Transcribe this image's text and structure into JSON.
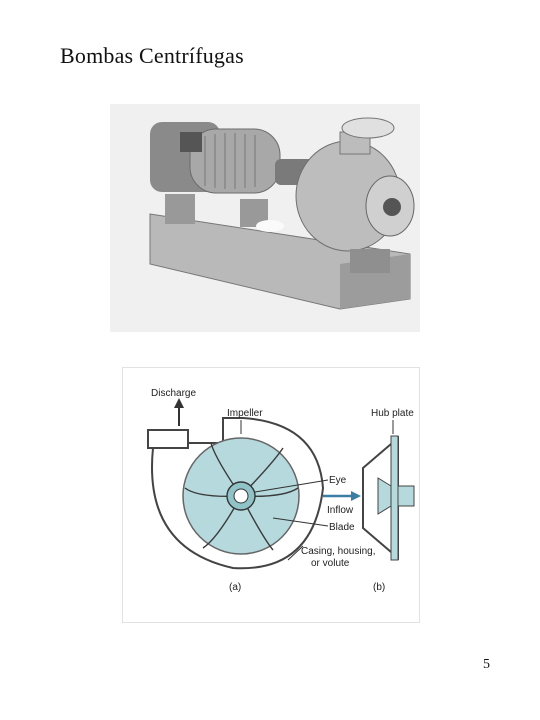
{
  "title": "Bombas Centrífugas",
  "diagram": {
    "labels": {
      "discharge": "Discharge",
      "impeller": "Impeller",
      "hub_plate": "Hub plate",
      "eye": "Eye",
      "inflow": "Inflow",
      "blade": "Blade",
      "casing_line1": "Casing, housing,",
      "casing_line2": "or volute",
      "sub_a": "(a)",
      "sub_b": "(b)"
    }
  },
  "page_number": "5",
  "colors": {
    "impeller_fill": "#b5d9dc",
    "casing_stroke": "#444444",
    "flow_arrow": "#3a7fa3"
  }
}
